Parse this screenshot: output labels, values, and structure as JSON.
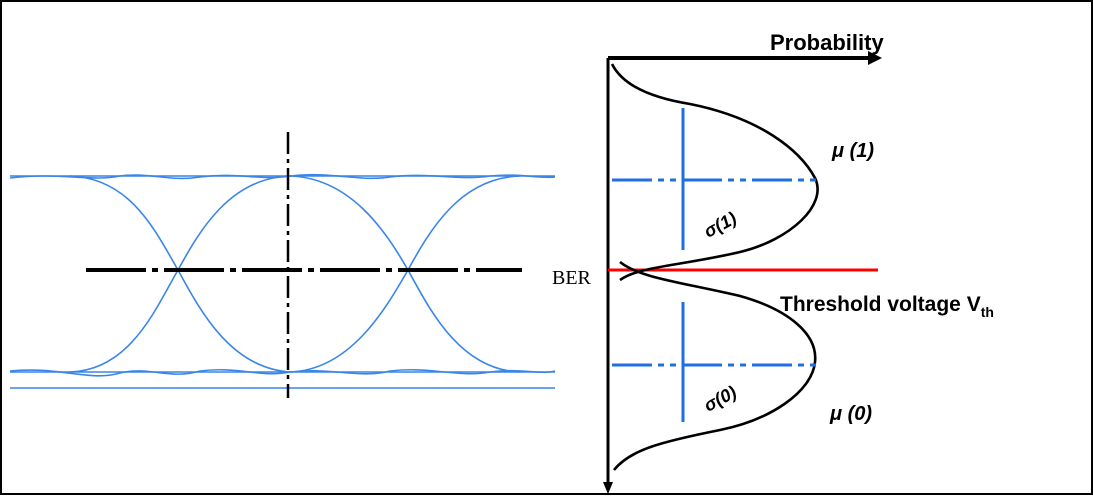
{
  "labels": {
    "probability": "Probability",
    "mu_one": "μ (1)",
    "mu_zero": "μ (0)",
    "sigma_one": "σ(1)",
    "sigma_zero": "σ(0)",
    "ber": "BER",
    "threshold_main": "Threshold voltage V",
    "threshold_sub": "th"
  },
  "colors": {
    "eye_trace": "#3a86e8",
    "threshold_line": "#ff0000",
    "axis": "#000000",
    "dash_blue": "#1f6fe0"
  }
}
